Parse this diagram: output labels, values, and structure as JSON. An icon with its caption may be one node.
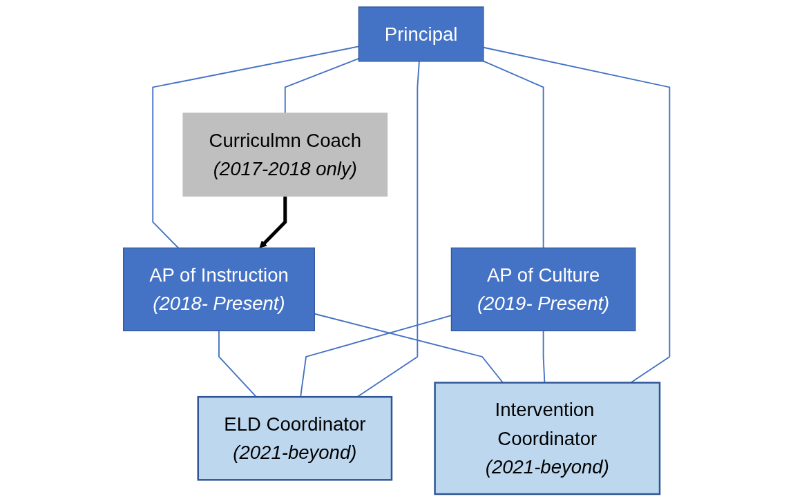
{
  "diagram": {
    "nodes": [
      {
        "text": [
          "Principal"
        ]
      },
      {
        "text": [
          "Curriculmn Coach",
          "(2017-2018 only)"
        ]
      },
      {
        "text": [
          "AP of Instruction",
          "(2018- Present)"
        ]
      },
      {
        "text": [
          "AP of Culture",
          "(2019- Present)"
        ]
      },
      {
        "text": [
          "ELD Coordinator",
          "(2021-beyond)"
        ]
      },
      {
        "text": [
          "Intervention Coordinator",
          "(2021-beyond)"
        ]
      }
    ],
    "edges": [
      {
        "from": 0,
        "to": 1,
        "arrow": "none"
      },
      {
        "from": 0,
        "to": 2,
        "arrow": "none"
      },
      {
        "from": 0,
        "to": 3,
        "arrow": "none"
      },
      {
        "from": 1,
        "to": 2,
        "arrow": "to",
        "style": "thick",
        "color": "#000000"
      },
      {
        "from": 2,
        "to": 4,
        "arrow": "none"
      },
      {
        "from": 2,
        "to": 5,
        "arrow": "none"
      },
      {
        "from": 3,
        "to": 4,
        "arrow": "none"
      },
      {
        "from": 3,
        "to": 5,
        "arrow": "none"
      },
      {
        "from": 0,
        "to": 4,
        "arrow": "none"
      },
      {
        "from": 0,
        "to": 5,
        "arrow": "none"
      }
    ]
  }
}
